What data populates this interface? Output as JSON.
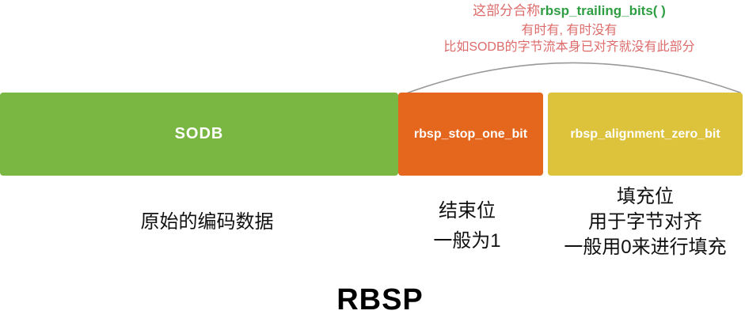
{
  "annotation": {
    "prefix": "这部分合称",
    "func_name": "rbsp_trailing_bits( )",
    "line2": "有时有, 有时没有",
    "line3": "比如SODB的字节流本身已对齐就没有此部分"
  },
  "blocks": {
    "sodb": {
      "label": "SODB",
      "desc": "原始的编码数据"
    },
    "stop": {
      "label": "rbsp_stop_one_bit",
      "desc1": "结束位",
      "desc2": "一般为1"
    },
    "align": {
      "label": "rbsp_alignment_zero_bit",
      "desc1": "填充位",
      "desc2": "用于字节对齐",
      "desc3": "一般用0来进行填充"
    }
  },
  "title": "RBSP",
  "colors": {
    "sodb-green": "#7ab642",
    "stop-orange": "#e5671d",
    "align-yellow": "#ddc23c",
    "annotation-red": "#dd6b6b",
    "annotation-green": "#2f9e43",
    "arc-gray": "#999999"
  }
}
